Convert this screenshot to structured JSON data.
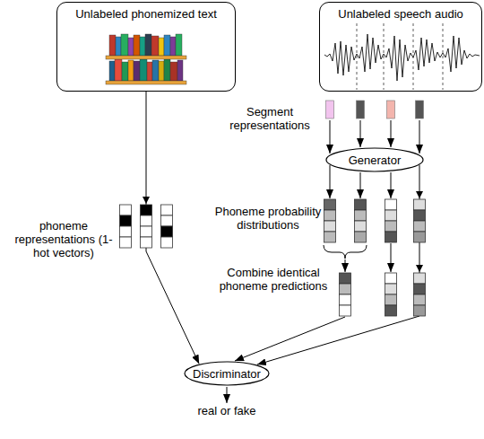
{
  "diagram": {
    "nodes": [
      {
        "text": [
          "Unlabeled phonemized text"
        ]
      },
      {
        "text": [
          "Unlabeled speech audio"
        ]
      },
      {
        "text": [
          "Generator"
        ]
      },
      {
        "text": [
          "Discriminator"
        ]
      }
    ],
    "edges": [
      {
        "from": 0,
        "to": 3,
        "arrow": "to"
      },
      {
        "from": 2,
        "to": 3,
        "arrow": "to"
      }
    ],
    "labels": [
      "Segment representations",
      "Phoneme probability distributions",
      "Combine identical phoneme predictions",
      "phoneme representations (1-hot vectors)",
      "real or fake"
    ]
  }
}
